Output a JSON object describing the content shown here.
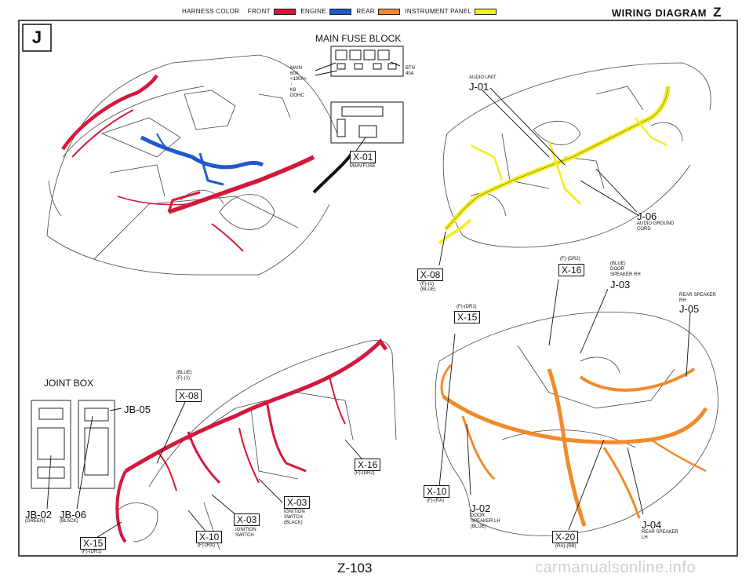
{
  "header": {
    "harness_color_label": "HARNESS COLOR",
    "legend": [
      {
        "label": "FRONT",
        "color": "#d4183c"
      },
      {
        "label": "ENGINE",
        "color": "#2058d0"
      },
      {
        "label": "REAR",
        "color": "#f28a2c"
      },
      {
        "label": "INSTRUMENT PANEL",
        "color": "#f4ee2a"
      }
    ],
    "title": "WIRING DIAGRAM",
    "title_letter": "Z"
  },
  "section_letter": "J",
  "fuse_block": {
    "title": "MAIN FUSE BLOCK",
    "main_label": "MAIN\n60A\n<100A>\n↑\nK8\nDOHC",
    "btn_label": "BTN\n40A",
    "connector": "X-01",
    "connector_caption": "MAIN FUSE"
  },
  "audio": {
    "audio_unit_label": "AUDIO UNIT",
    "audio_unit_id": "J-01",
    "ground_id": "J-06",
    "ground_label": "AUDIO GROUND\nCORD",
    "x08": "X-08",
    "x08_caption": "(F)-(1)\n(BLUE)"
  },
  "rear": {
    "x16": "X-16",
    "x16_code": "(F)-(DR2)",
    "j03_caption": "(BLUE)\nDOOR\nSPEAKER RH",
    "j03": "J-03",
    "j05_caption": "REAR SPEAKER\nRH",
    "j05": "J-05",
    "x15": "X-15",
    "x15_code": "(F)-(DR1)",
    "x10": "X-10",
    "x10_code": "(F)-(RA)",
    "j02": "J-02",
    "j02_caption": "DOOR\nSPEAKER LH\n(BLUE)",
    "j04": "J-04",
    "j04_caption": "REAR SPEAKER\nLH",
    "x20": "X-20",
    "x20_code": "(RA)-(RB)"
  },
  "panel": {
    "joint_box": "JOINT BOX",
    "jb05": "JB-05",
    "jb02": "JB-02",
    "jb02_caption": "(GREEN)",
    "jb06": "JB-06",
    "jb06_caption": "(BLACK)",
    "x08_caption": "(BLUE)\n(F)-(1)",
    "x08": "X-08",
    "x16": "X-16",
    "x16_code": "(F)-(DR2)",
    "x03a": "X-03",
    "x03a_caption": "IGNITION\nSWITCH\n(BLACK)",
    "x03b": "X-03",
    "x10": "X-10",
    "x10_caption": "IGNITION\nSWITCH",
    "x10_code": "(F)-(RA)",
    "x15": "X-15",
    "x15_code": "(F)-(DR1)"
  },
  "footer": {
    "page_number": "Z-103",
    "watermark": "carmanualsonline.info"
  }
}
